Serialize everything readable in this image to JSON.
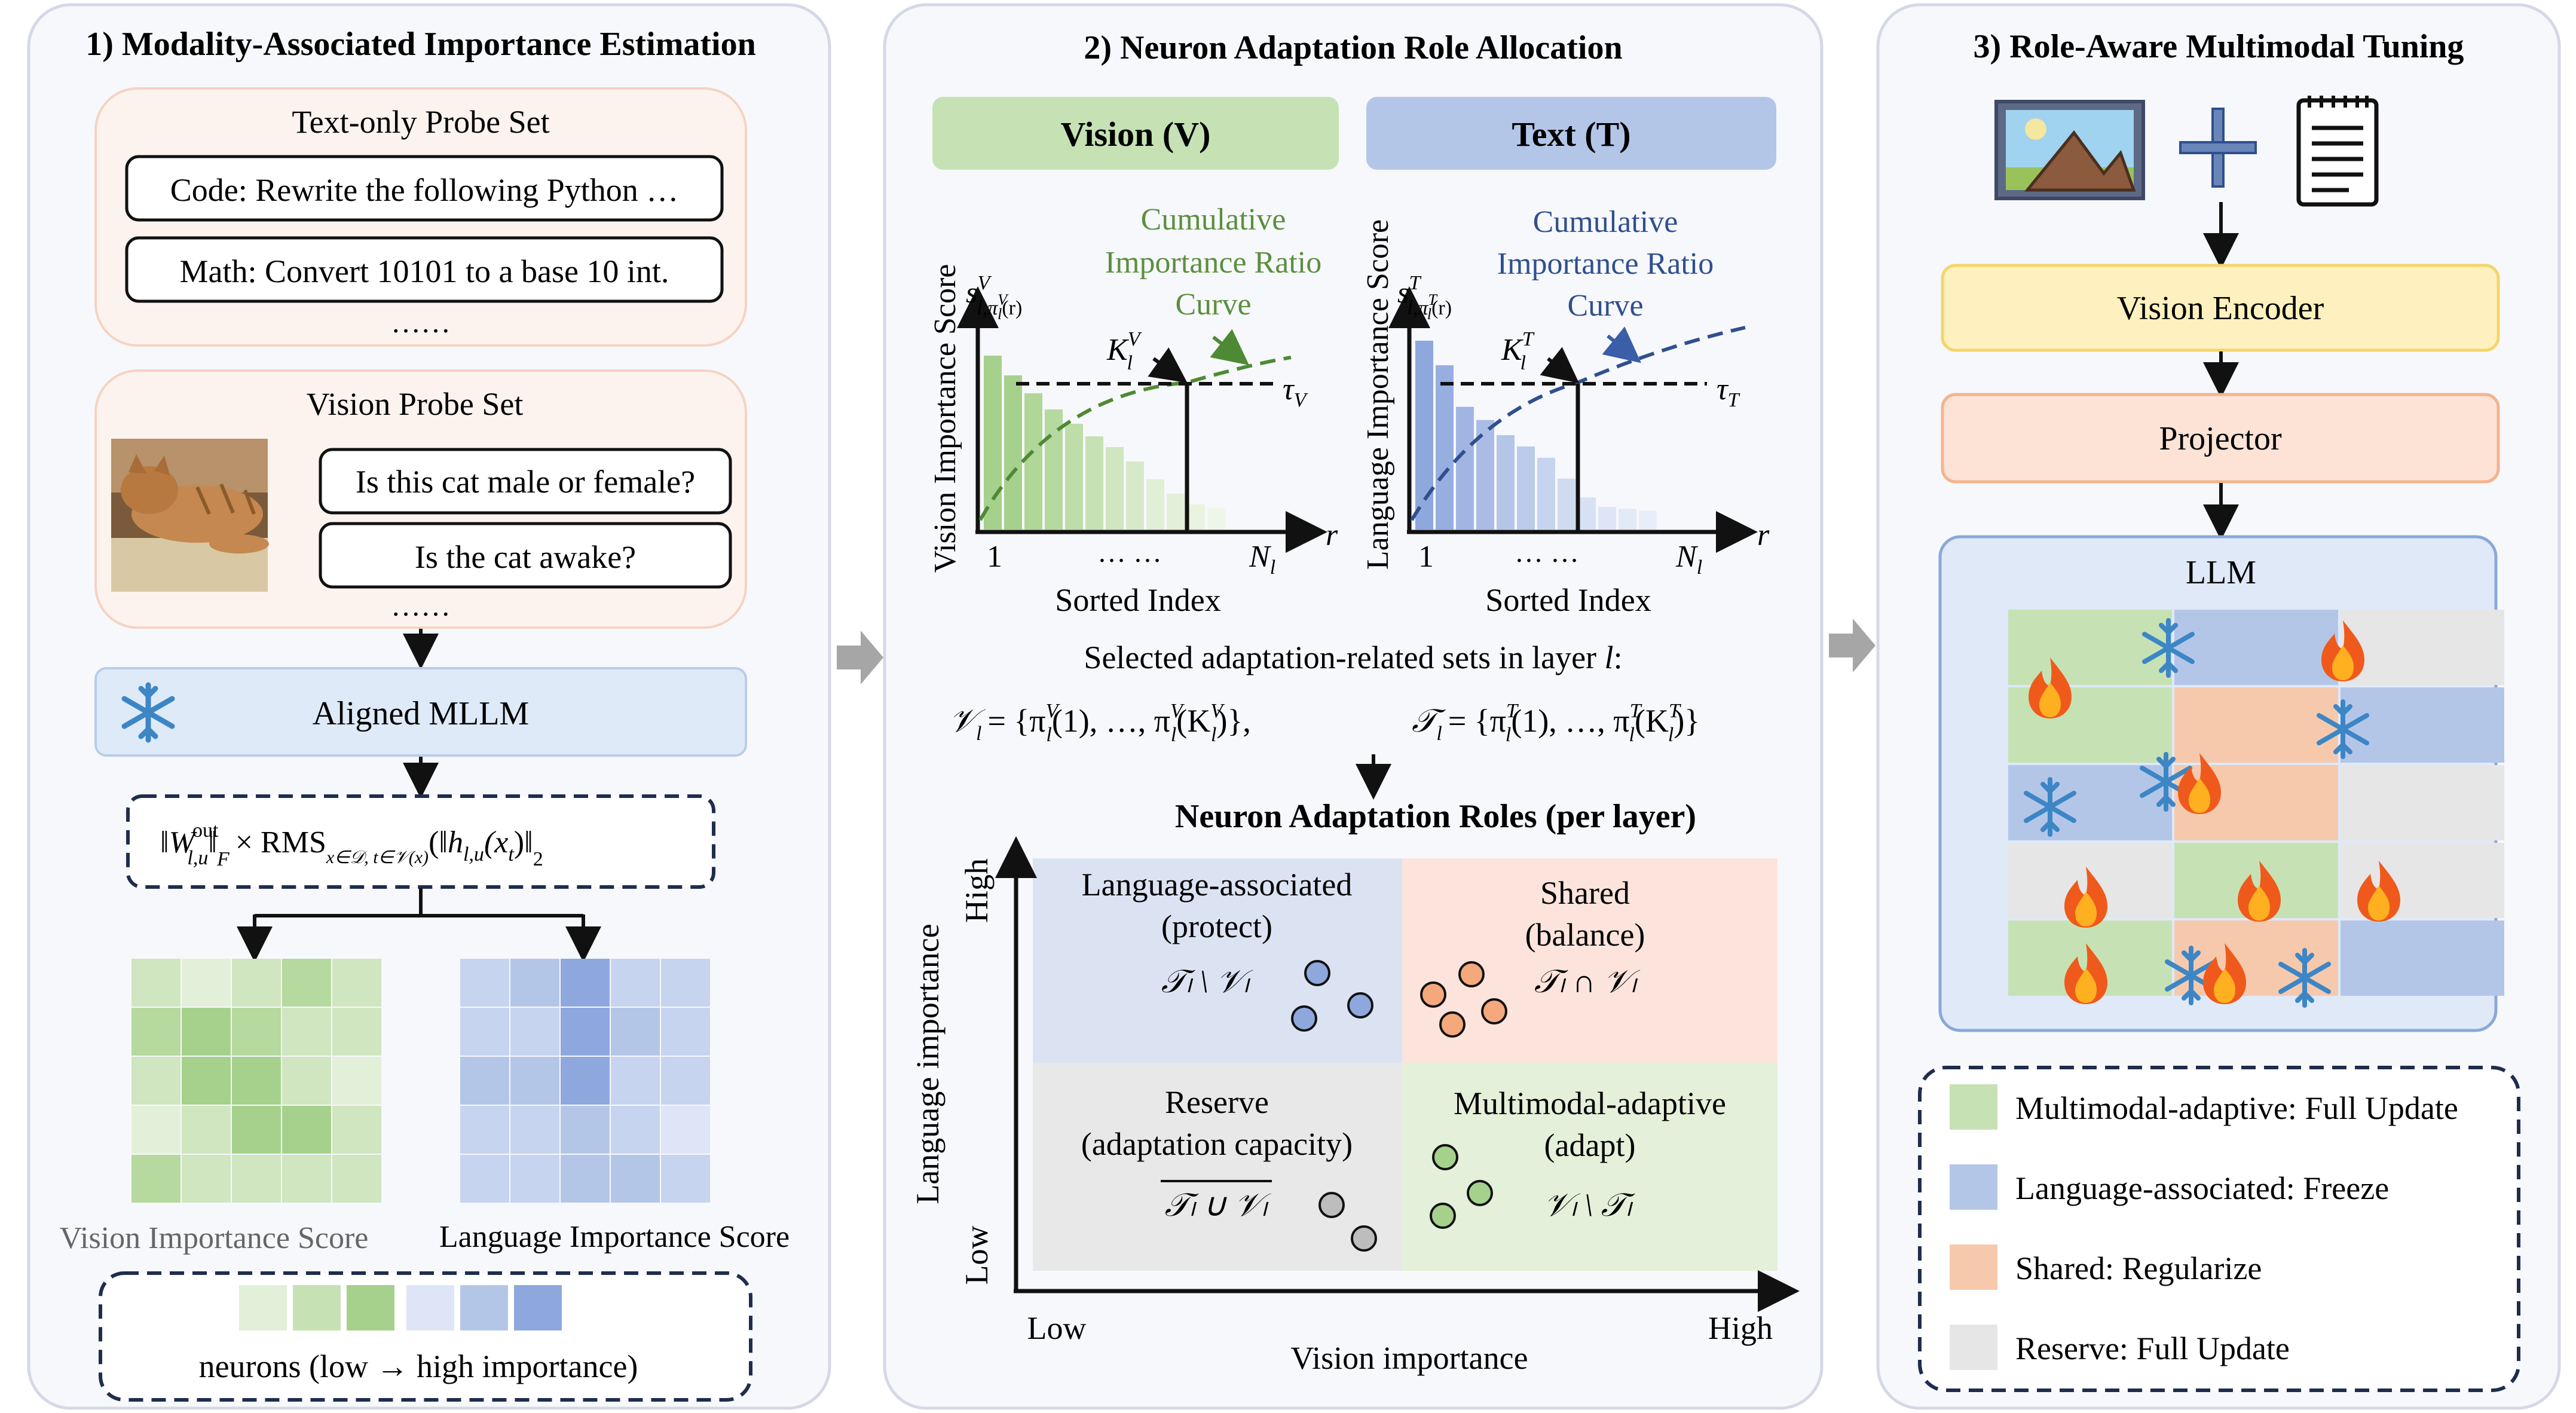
{
  "panel1": {
    "title": "1) Modality-Associated Importance Estimation",
    "text_probe_title": "Text-only Probe Set",
    "text_probe_items": [
      "Code: Rewrite the following Python …",
      "Math: Convert 10101 to a base 10 int."
    ],
    "ellipsis": "……",
    "vision_probe_title": "Vision Probe Set",
    "vision_probe_items": [
      "Is this cat male or female?",
      "Is the cat awake?"
    ],
    "aligned_mllm": "Aligned MLLM",
    "formula_parts": {
      "w_open": "‖",
      "w_symbol": "W",
      "w_sup": "out",
      "w_sub": "l,u",
      "w_close": "‖",
      "w_norm_sub": "F",
      "times_rms": "× RMS",
      "rms_sub": "x∈𝒟, t∈𝒱(x)",
      "inner_open": "(‖",
      "h_symbol": "h",
      "h_sub": "l,u",
      "h_arg": "(x",
      "h_arg_sub": "t",
      "h_close": ")‖",
      "norm2_sub": "2",
      "end": ")"
    },
    "vision_heatmap_label": "Vision Importance Score",
    "language_heatmap_label": "Language Importance Score",
    "vision_heatmap": [
      [
        1,
        0,
        1,
        2,
        1
      ],
      [
        2,
        3,
        2,
        1,
        1
      ],
      [
        1,
        3,
        3,
        1,
        0
      ],
      [
        0,
        1,
        3,
        3,
        1
      ],
      [
        2,
        1,
        1,
        1,
        1
      ]
    ],
    "language_heatmap": [
      [
        1,
        2,
        3,
        1,
        1
      ],
      [
        1,
        1,
        3,
        2,
        1
      ],
      [
        2,
        2,
        3,
        1,
        1
      ],
      [
        1,
        1,
        2,
        1,
        0
      ],
      [
        1,
        1,
        2,
        2,
        1
      ]
    ],
    "legend_caption": "neurons (low → high importance)"
  },
  "panel2": {
    "title": "2) Neuron Adaptation Role Allocation",
    "vision_header": "Vision (V)",
    "text_header": "Text (T)",
    "vision_plot": {
      "y_label": "Vision Importance Score",
      "curve_label": [
        "Cumulative",
        "Importance Ratio",
        "Curve"
      ],
      "x_axis_label": "Sorted Index",
      "tick_1": "1",
      "tick_dots": "… …",
      "tick_N": "N",
      "tick_N_sub": "l",
      "axis_r": "r",
      "s_main": "s",
      "s_sup": "V",
      "s_sub": "l,π",
      "s_sub_sup": "V",
      "s_sub_sub": "l",
      "s_arg": "(r)",
      "K_main": "K",
      "K_sup": "V",
      "K_sub": "l",
      "tau_main": "τ",
      "tau_sub": "V",
      "bars": [
        0.97,
        0.86,
        0.76,
        0.67,
        0.59,
        0.52,
        0.46,
        0.38,
        0.28,
        0.2,
        0.14,
        0.12
      ]
    },
    "text_plot": {
      "y_label": "Language Importance Score",
      "curve_label": [
        "Cumulative",
        "Importance Ratio",
        "Curve"
      ],
      "x_axis_label": "Sorted Index",
      "tick_1": "1",
      "tick_dots": "… …",
      "tick_N": "N",
      "tick_N_sub": "l",
      "axis_r": "r",
      "s_main": "s",
      "s_sup": "T",
      "s_sub": "l,π",
      "s_sub_sup": "T",
      "s_sub_sub": "l",
      "s_arg": "(r)",
      "K_main": "K",
      "K_sup": "T",
      "K_sub": "l",
      "tau_main": "τ",
      "tau_sub": "T",
      "bars": [
        1.0,
        0.87,
        0.65,
        0.58,
        0.5,
        0.44,
        0.38,
        0.27,
        0.17,
        0.12,
        0.11,
        0.1
      ]
    },
    "selected_sets_text": "Selected adaptation-related sets in layer",
    "selected_sets_l": "l",
    "selected_sets_colon": ":",
    "set_v": "𝒱",
    "set_v_def": "= {π",
    "set_v_first": "(1), …, π",
    "set_v_K": "(K",
    "set_v_close": ")},",
    "set_t": "𝒯",
    "set_t_def": "= {π",
    "set_t_first": "(1), …, π",
    "set_t_K": "(K",
    "set_t_close": ")}",
    "set_sub": "l",
    "set_sup_v": "V",
    "set_sup_t": "T",
    "roles_title": "Neuron Adaptation Roles (per layer)",
    "quadrants": {
      "lang": [
        "Language-associated",
        "(protect)"
      ],
      "lang_expr": "𝒯ₗ \\ 𝒱ₗ",
      "shared": [
        "Shared",
        "(balance)"
      ],
      "shared_expr": "𝒯ₗ ∩ 𝒱ₗ",
      "reserve": [
        "Reserve",
        "(adaptation capacity)"
      ],
      "reserve_expr": "𝒯ₗ ∪ 𝒱ₗ",
      "multi": [
        "Multimodal-adaptive",
        "(adapt)"
      ],
      "multi_expr": "𝒱ₗ \\ 𝒯ₗ"
    },
    "y_axis_label": "Language importance",
    "x_axis_label": "Vision importance",
    "y_high": "High",
    "y_low": "Low",
    "x_low": "Low",
    "x_high": "High"
  },
  "panel3": {
    "title": "3) Role-Aware Multimodal Tuning",
    "vision_encoder": "Vision Encoder",
    "projector": "Projector",
    "llm": "LLM",
    "grid": [
      [
        "green",
        "blue",
        "grey"
      ],
      [
        "green",
        "orange",
        "blue"
      ],
      [
        "blue",
        "orange",
        "grey"
      ],
      [
        "grey",
        "green",
        "grey"
      ],
      [
        "green",
        "orange",
        "blue"
      ]
    ],
    "legend": [
      {
        "label": "Multimodal-adaptive: Full Update",
        "color": "#c6e2b4"
      },
      {
        "label": "Language-associated: Freeze",
        "color": "#b4c6e8"
      },
      {
        "label": "Shared: Regularize",
        "color": "#f6c9ad"
      },
      {
        "label": "Reserve: Full Update",
        "color": "#e6e6e6"
      }
    ]
  },
  "colors": {
    "green": "#c6e2b4",
    "blue": "#b4c6e8",
    "orange": "#f6c9ad",
    "grey": "#e6e6e6",
    "panel_bg": "#f7f8fc",
    "vision_green": "#5b8f3e",
    "text_blue": "#2f4f8f"
  }
}
